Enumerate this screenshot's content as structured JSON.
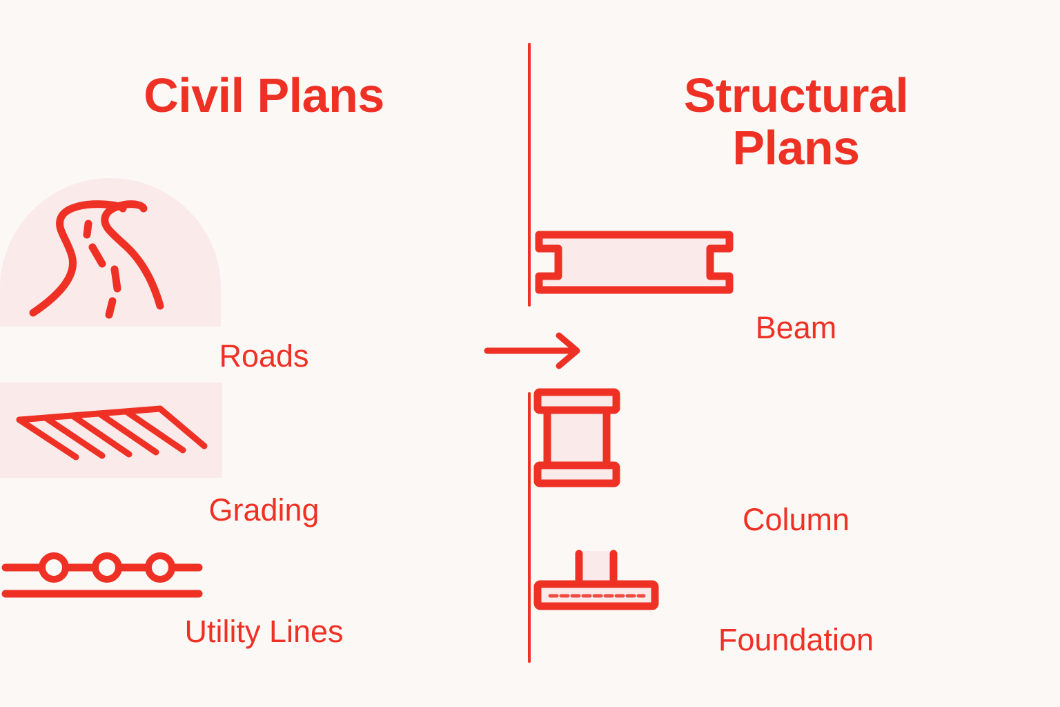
{
  "theme": {
    "background": "#FBF8F6",
    "accent_red": "#EE3124",
    "icon_fill_pink": "#FAEAEA"
  },
  "left": {
    "title": "Civil Plans",
    "items": [
      {
        "label": "Roads",
        "icon": "winding-road-icon"
      },
      {
        "label": "Grading",
        "icon": "grading-slope-icon"
      },
      {
        "label": "Utility Lines",
        "icon": "utility-lines-icon"
      }
    ]
  },
  "right": {
    "title": "Structural Plans",
    "items": [
      {
        "label": "Beam",
        "icon": "i-beam-icon"
      },
      {
        "label": "Column",
        "icon": "column-icon"
      },
      {
        "label": "Foundation",
        "icon": "foundation-footing-icon"
      }
    ]
  },
  "connector": {
    "arrow": "arrow-right-icon",
    "divider": "vertical-divider"
  }
}
